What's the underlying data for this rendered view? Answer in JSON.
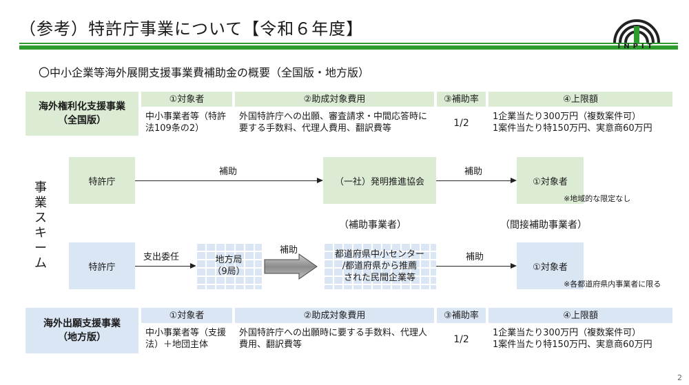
{
  "header": {
    "title": "（参考）特許庁事業について【令和６年度】",
    "logo_text": "INPIT",
    "brand_color": "#2e9b2e"
  },
  "subtitle": "〇中小企業等海外展開支援事業費補助金の概要（全国版・地方版）",
  "table_national": {
    "label": "海外権利化支援事業\n（全国版）",
    "headers": [
      "①対象者",
      "②助成対象費用",
      "③補助率",
      "④上限額"
    ],
    "target": "中小事業者等（特許法109条の2）",
    "costs": "外国特許庁への出願、審査請求・中間応答時に要する手数料、代理人費用、翻訳費等",
    "rate": "1/2",
    "limit": "1企業当たり300万円（複数案件可）\n1案件当たり特150万円、実意商60万円"
  },
  "scheme": {
    "vertical_label": "事業スキーム",
    "row1": {
      "source": "特許庁",
      "arrow1_label": "補助",
      "middle": "（一社）発明推進協会",
      "arrow2_label": "補助",
      "target": "①対象者",
      "note": "※地域的な限定なし"
    },
    "caption_left": "（補助事業者）",
    "caption_right": "（間接補助事業者）",
    "row2": {
      "source": "特許庁",
      "arrow1_label": "支出委任",
      "bureau": "地方局\n（9局）",
      "big_arrow_label": "補助",
      "center": "都道府県中小センター\n/都道府県から推薦\nされた民間企業等",
      "arrow2_label": "補助",
      "target": "①対象者",
      "note": "※各都道府県内事業者に限る"
    }
  },
  "table_regional": {
    "label": "海外出願支援事業\n（地方版）",
    "headers": [
      "①対象者",
      "②助成対象費用",
      "③補助率",
      "④上限額"
    ],
    "target": "中小事業者等（支援法）＋地団主体",
    "costs": "外国特許庁への出願時に要する手数料、代理人費用、翻訳費等",
    "rate": "1/2",
    "limit": "1企業当たり300万円（複数案件可）\n1案件当たり特150万円、実意商60万円"
  },
  "page_number": "2"
}
